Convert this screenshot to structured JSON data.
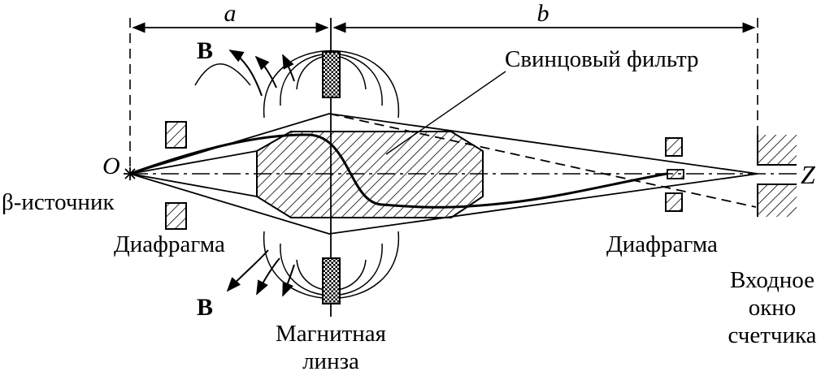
{
  "labels": {
    "dim_a": "a",
    "dim_b": "b",
    "field_top": "B",
    "field_bottom": "B",
    "filter": "Свинцовый фильтр",
    "origin": "O",
    "source": "β-источник",
    "diaphragm_left": "Диафрагма",
    "diaphragm_right": "Диафрагма",
    "axis_z": "Z",
    "lens_line1": "Магнитная",
    "lens_line2": "линза",
    "window_line1": "Входное",
    "window_line2": "окно",
    "window_line3": "счетчика"
  }
}
